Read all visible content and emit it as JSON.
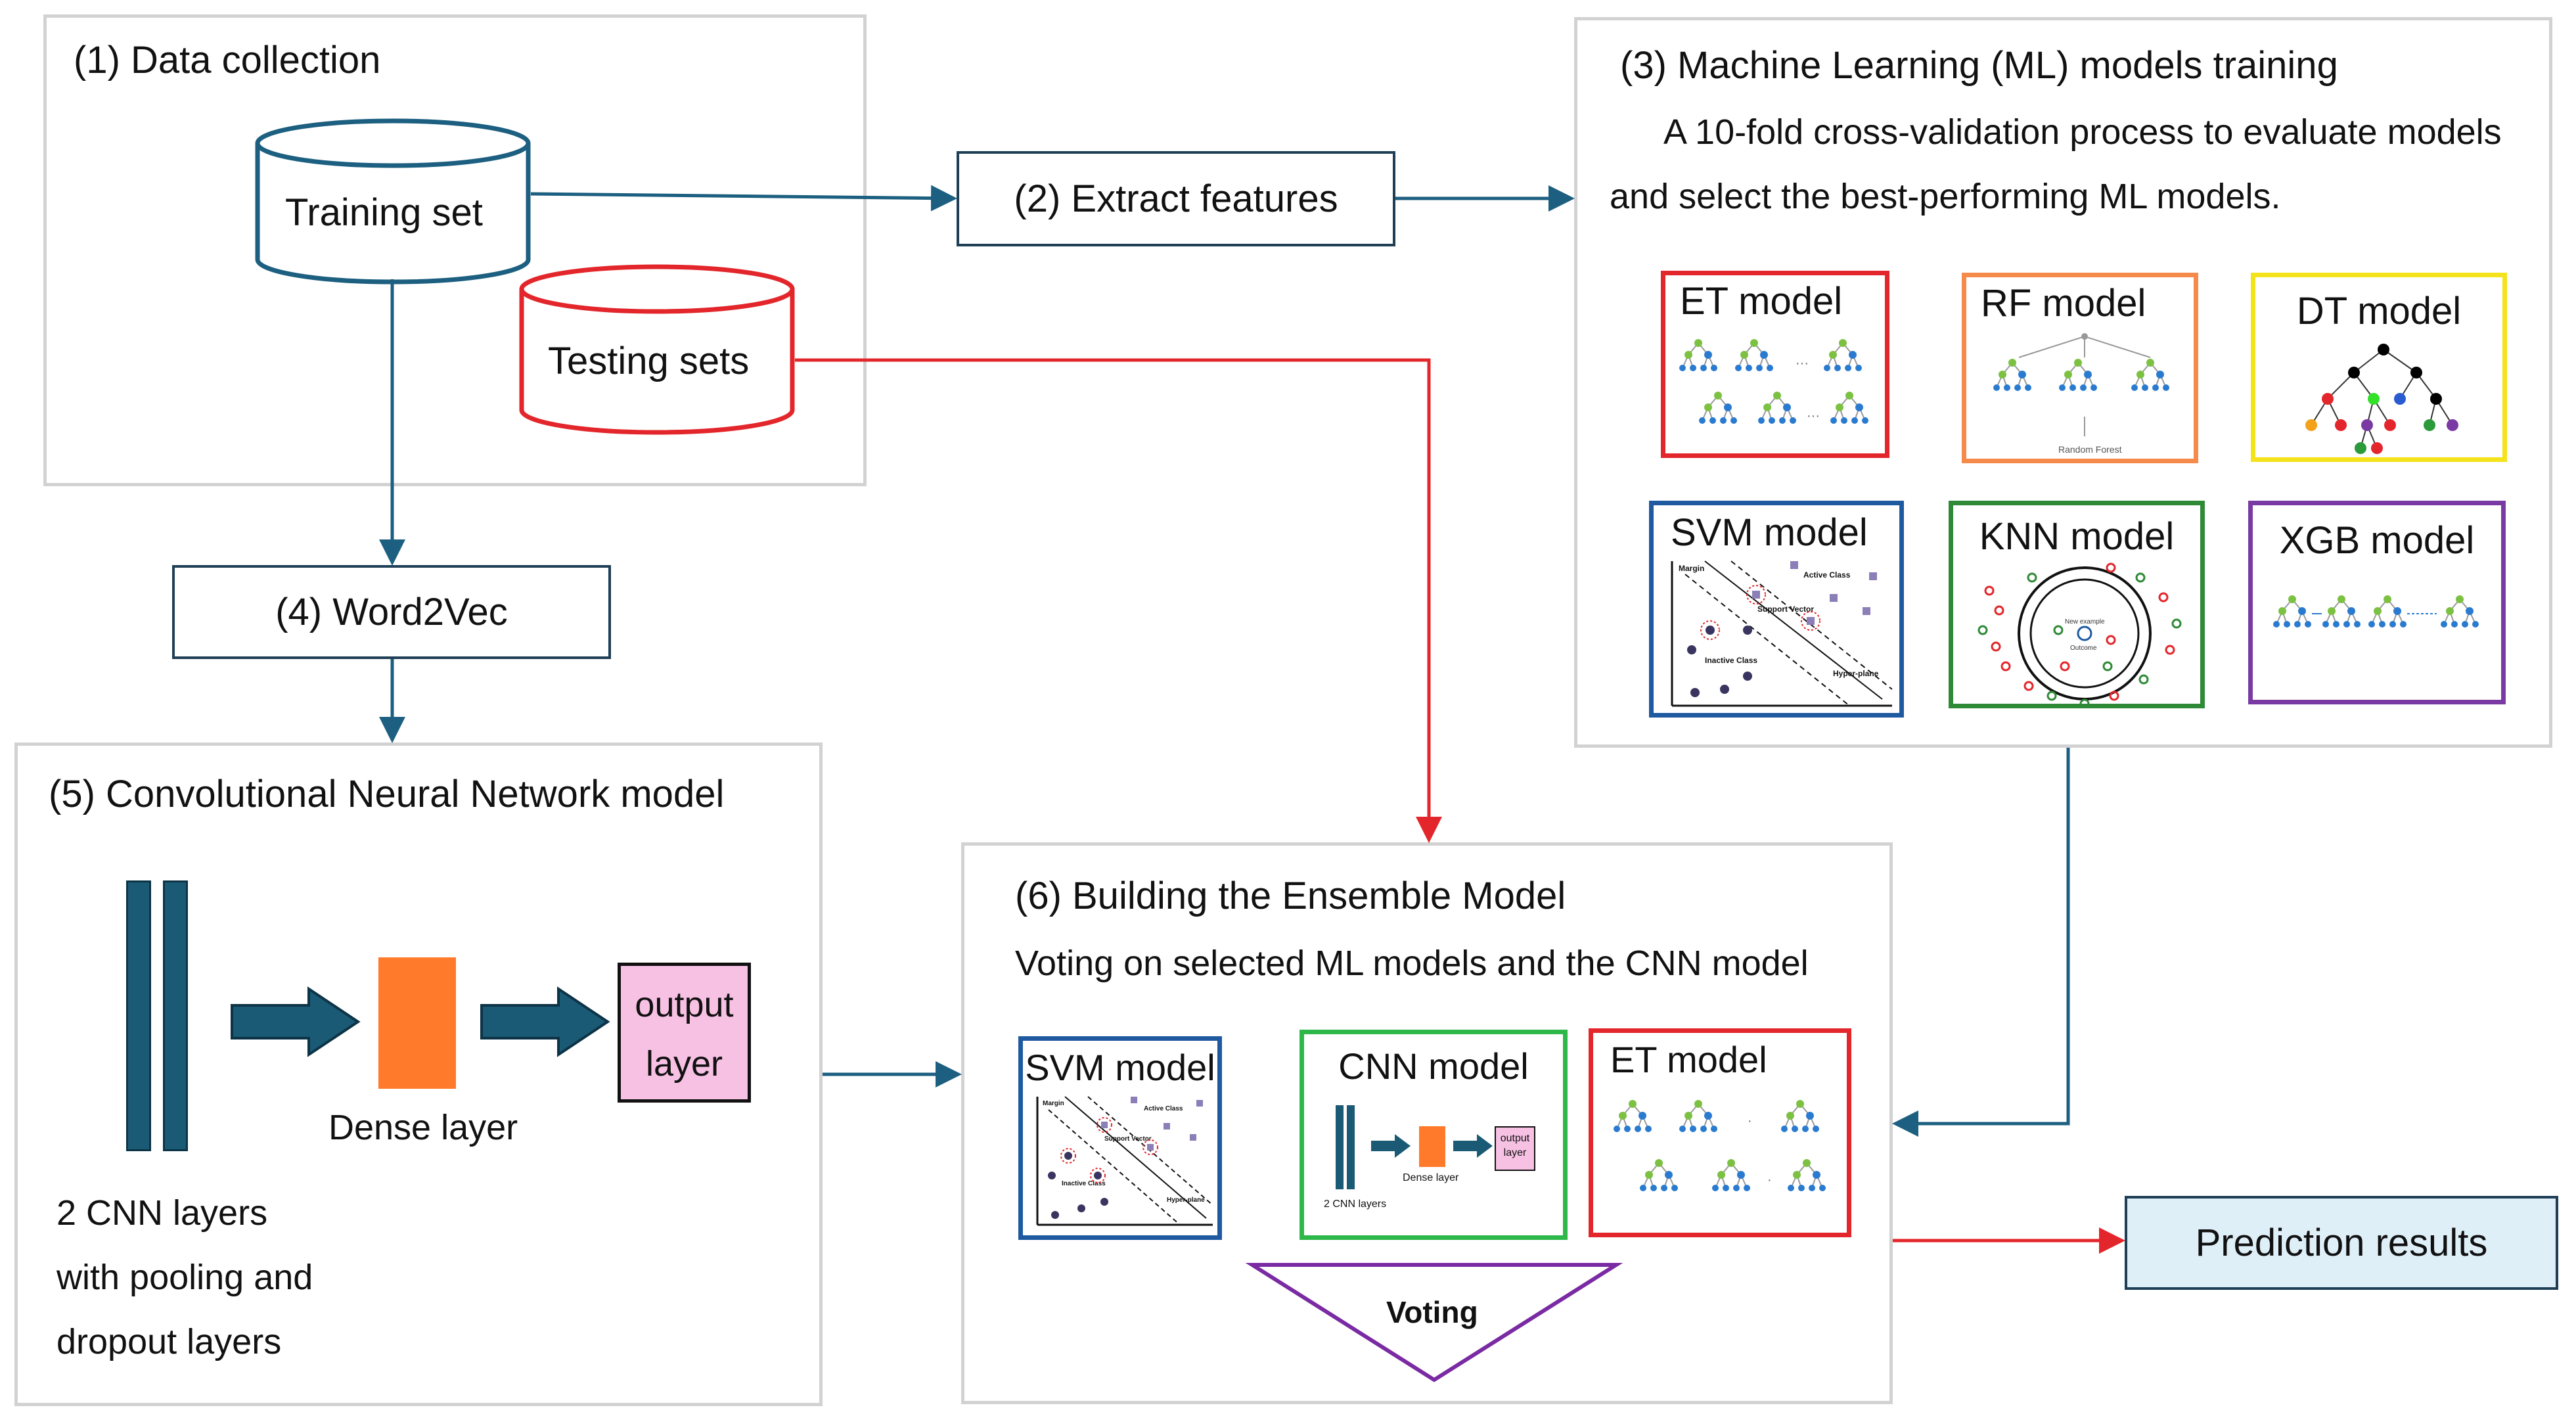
{
  "panels": {
    "data_collection": "(1) Data collection",
    "extract_features": "(2) Extract features",
    "ml_training": "(3) Machine Learning (ML) models training",
    "ml_desc_line1": "A 10-fold cross-validation process to evaluate models",
    "ml_desc_line2": "and select the best-performing ML models.",
    "word2vec": "(4) Word2Vec",
    "cnn": "(5) Convolutional Neural Network model",
    "ensemble": "(6) Building the Ensemble Model",
    "ensemble_desc": "Voting on selected ML models and the CNN model",
    "prediction": "Prediction results"
  },
  "datasets": {
    "training": "Training set",
    "testing": "Testing sets"
  },
  "ml_models": [
    {
      "label": "ET model",
      "color": "#e3262b"
    },
    {
      "label": "RF model",
      "color": "#f58a4b"
    },
    {
      "label": "DT model",
      "color": "#f4e21a"
    },
    {
      "label": "SVM model",
      "color": "#1f5aa0"
    },
    {
      "label": "KNN model",
      "color": "#2e8a36"
    },
    {
      "label": "XGB model",
      "color": "#7a3aa3"
    }
  ],
  "cnn_diagram": {
    "dense_label": "Dense layer",
    "output_label_1": "output",
    "output_label_2": "layer",
    "caption_1": "2 CNN layers",
    "caption_2": "with pooling and",
    "caption_3": "dropout layers"
  },
  "ensemble_models": [
    {
      "label": "SVM model",
      "color": "#1f5aa0"
    },
    {
      "label": "CNN model",
      "color": "#2eb84a"
    },
    {
      "label": "ET model",
      "color": "#e3262b"
    }
  ],
  "mini_cnn": {
    "dense": "Dense layer",
    "out1": "output",
    "out2": "layer",
    "cnn": "2 CNN layers"
  },
  "svm_labels": {
    "margin": "Margin",
    "active": "Active Class",
    "support": "Support Vector",
    "inactive": "Inactive Class",
    "hyper": "Hyper-plane"
  },
  "knn_labels": {
    "new": "New example",
    "out": "Outcome"
  },
  "rf_labels": {
    "forest": "Random Forest"
  },
  "voting": "Voting",
  "colors": {
    "blue_arrow": "#1c5f80",
    "red": "#e3262b",
    "cnn_bar": "#1b5a75",
    "dense": "#ff7a2a",
    "output_fill": "#f7c1e4",
    "prediction_fill": "#dfeff8",
    "voting": "#7a2aa3"
  }
}
